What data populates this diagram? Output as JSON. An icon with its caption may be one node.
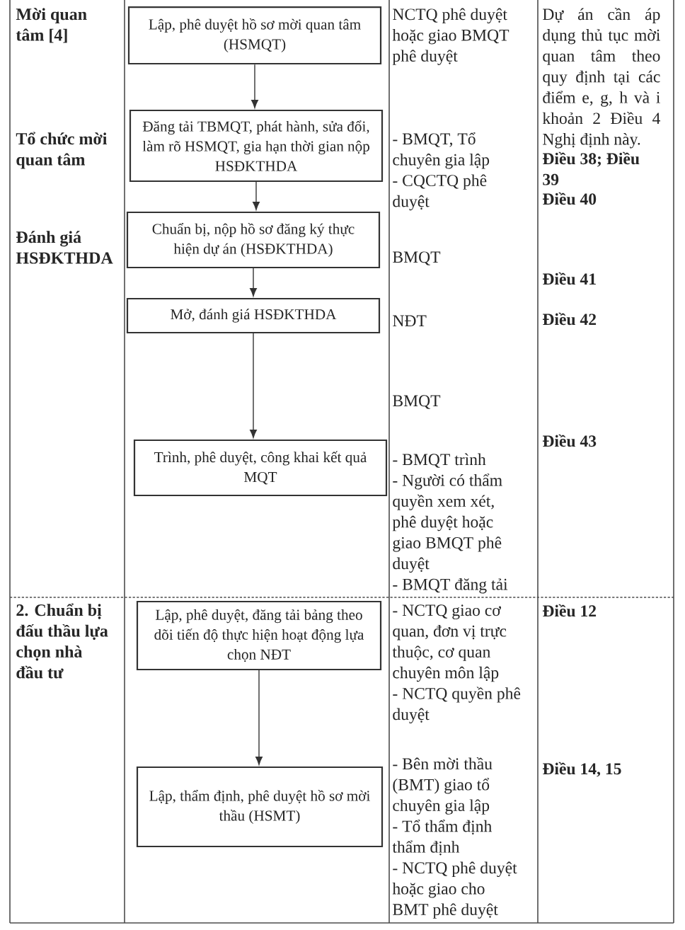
{
  "diagram": {
    "nodes": [
      {
        "text": [
          "Lập, phê duyệt hồ sơ mời quan tâm (HSMQT)"
        ]
      },
      {
        "text": [
          "Đăng tải TBMQT, phát hành, sửa đổi, làm rõ HSMQT, gia hạn thời gian nộp HSĐKTHDA"
        ]
      },
      {
        "text": [
          "Chuẩn bị, nộp hồ sơ đăng ký thực hiện dự án (HSĐKTHDA)"
        ]
      },
      {
        "text": [
          "Mở, đánh giá HSĐKTHDA"
        ]
      },
      {
        "text": [
          "Trình, phê duyệt, công khai kết quả MQT"
        ]
      },
      {
        "text": [
          "Lập, phê duyệt, đăng tải bảng theo dõi tiến độ thực hiện hoạt động lựa chọn NĐT"
        ]
      },
      {
        "text": [
          "Lập, thẩm định, phê duyệt hồ sơ mời thầu (HSMT)"
        ]
      }
    ],
    "edges": [
      {
        "from": 0,
        "to": 1,
        "arrow": "to"
      },
      {
        "from": 1,
        "to": 2,
        "arrow": "to"
      },
      {
        "from": 2,
        "to": 3,
        "arrow": "to"
      },
      {
        "from": 3,
        "to": 4,
        "arrow": "to"
      },
      {
        "from": 5,
        "to": 6,
        "arrow": "to"
      }
    ],
    "labels": [
      "Mời quan tâm [4]",
      "NCTQ phê duyệt hoặc giao BMQT phê duyệt",
      "Dự án cần áp dụng thủ tục mời quan tâm theo quy định tại các điểm e, g, h và i khoản 2 Điều 4 Nghị định này.",
      "Tổ chức mời quan tâm",
      "- BMQT, Tổ chuyên gia lập",
      "Điều 38; Điều 39",
      "- CQCTQ phê duyệt",
      "Điều 40",
      "Đánh giá HSĐKTHDA",
      "BMQT",
      "Điều 41",
      "NĐT",
      "Điều 42",
      "BMQT",
      "Điều 43",
      "- BMQT trình",
      "- Người có thẩm quyền xem xét, phê duyệt hoặc giao BMQT phê duyệt",
      "- BMQT đăng tải",
      "2. Chuẩn bị đấu thầu lựa chọn nhà đầu tư",
      "- NCTQ giao cơ quan, đơn vị trực thuộc, cơ quan chuyên môn lập",
      "Điều 12",
      "- NCTQ quyền phê duyệt",
      "- Bên mời thầu (BMT) giao tổ chuyên gia lập",
      "Điều 14, 15",
      "- Tổ thẩm định thẩm định",
      "- NCTQ phê duyệt hoặc giao cho BMT phê duyệt"
    ]
  }
}
